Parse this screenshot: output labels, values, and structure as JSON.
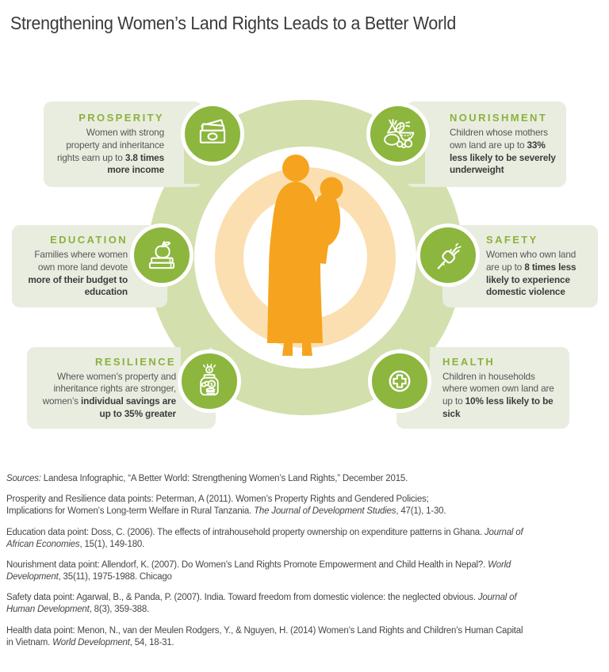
{
  "title": "Strengthening Women’s Land Rights Leads to a Better World",
  "colors": {
    "accent_green": "#8cb63d",
    "heading_green": "#8cb13c",
    "ring_green": "#d3dfad",
    "card_background": "#e9ede0",
    "figure_orange": "#f6a41f",
    "halo_orange": "#fbdfb0",
    "text_dark": "#3c3c3c"
  },
  "center_figure": "woman holding child silhouette inside orange halo ring",
  "cards": [
    {
      "heading": "PROSPERITY",
      "icon": "money-icon",
      "text": "Women with strong property and inheritance rights earn up to ",
      "bold": "3.8 times more income"
    },
    {
      "heading": "NOURISHMENT",
      "icon": "food-icon",
      "text": "Children whose mothers own land are up to ",
      "bold": "33% less likely to be severely underweight"
    },
    {
      "heading": "EDUCATION",
      "icon": "apple-books-icon",
      "text": "Families where women own more land devote ",
      "bold": "more of their budget to education"
    },
    {
      "heading": "SAFETY",
      "icon": "fist-breaking-rope-icon",
      "text": "Women who own land are up to ",
      "bold": "8 times less likely to experience domestic violence"
    },
    {
      "heading": "RESILIENCE",
      "icon": "savings-jar-icon",
      "text": "Where women’s property and inheritance rights are stronger, women’s ",
      "bold": "individual savings are up to 35% greater"
    },
    {
      "heading": "HEALTH",
      "icon": "medical-cross-icon",
      "text": "Children in households where women own land are up to ",
      "bold": "10% less likely to be sick"
    }
  ],
  "sources": [
    {
      "pre": "",
      "italic": "Sources:",
      "post": " Landesa Infographic, “A Better World: Strengthening Women’s Land Rights,” December 2015."
    },
    {
      "pre": "Prosperity and Resilience data points: Peterman, A (2011). Women’s Property Rights and Gendered Policies;\nImplications for Women’s Long-term Welfare in Rural Tanzania. ",
      "italic": "The Journal of Development Studies",
      "post": ", 47(1), 1-30."
    },
    {
      "pre": "Education data point: Doss, C. (2006). The effects of intrahousehold property ownership on expenditure patterns in Ghana. ",
      "italic": "Journal of African Economies",
      "post": ", 15(1), 149-180."
    },
    {
      "pre": "Nourishment data point: Allendorf, K. (2007). Do Women’s Land Rights Promote Empowerment and Child Health in Nepal?. ",
      "italic": "World Development",
      "post": ", 35(11), 1975-1988. Chicago"
    },
    {
      "pre": "Safety data point: Agarwal, B., & Panda, P. (2007). India. Toward freedom from domestic violence: the neglected obvious. ",
      "italic": "Journal of Human Development",
      "post": ", 8(3), 359-388."
    },
    {
      "pre": "Health data point: Menon, N., van der Meulen Rodgers, Y., & Nguyen, H. (2014) Women’s Land Rights and Children’s Human Capital in Vietnam. ",
      "italic": "World Development",
      "post": ", 54, 18-31."
    }
  ]
}
